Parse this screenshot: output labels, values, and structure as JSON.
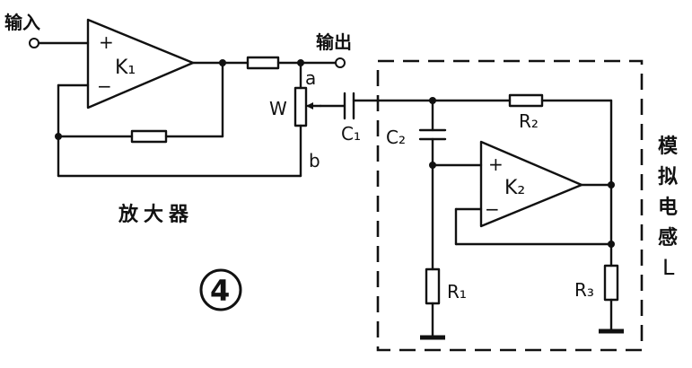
{
  "labels": {
    "input": "输入",
    "output": "输出",
    "amp_k1": "K₁",
    "amp_k2": "K₂",
    "node_a": "a",
    "node_b": "b",
    "pot_w": "W",
    "cap_c1": "C₁",
    "cap_c2": "C₂",
    "res_r1": "R₁",
    "res_r2": "R₂",
    "res_r3": "R₃",
    "amplifier_caption": "放大器",
    "figure_number": "4",
    "plus": "+",
    "minus": "−",
    "sim_inductor_chars": [
      "模",
      "拟",
      "电",
      "感",
      "L"
    ]
  }
}
